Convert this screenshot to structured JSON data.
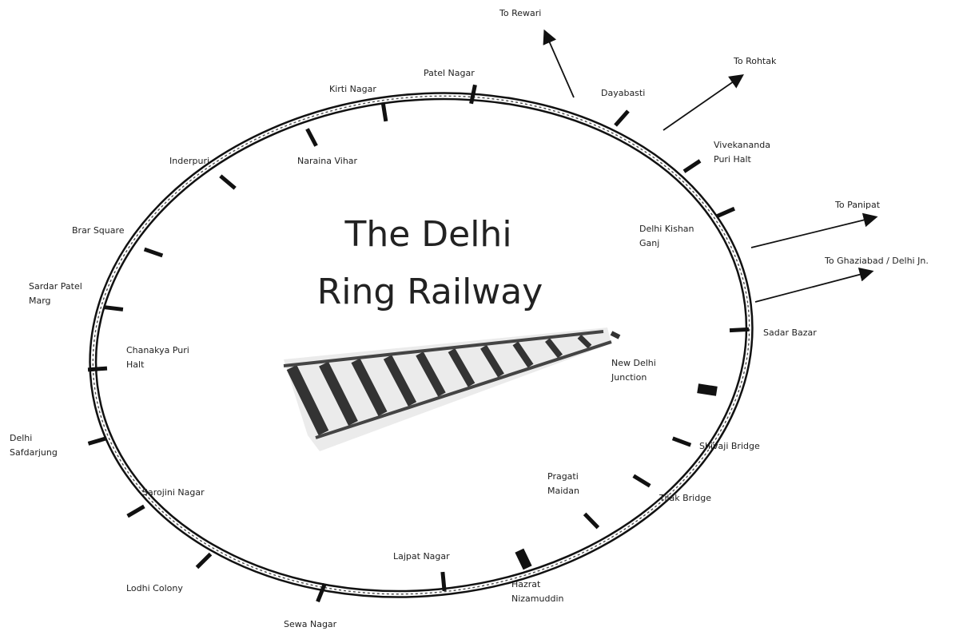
{
  "title": {
    "line1": "The Delhi",
    "line2": "Ring Railway"
  },
  "stations": [
    {
      "name": "Patel Nagar"
    },
    {
      "name": "Kirti Nagar"
    },
    {
      "name": "Naraina Vihar"
    },
    {
      "name": "Inderpuri"
    },
    {
      "name": "Brar Square"
    },
    {
      "name": "Sardar Patel",
      "name2": "Marg"
    },
    {
      "name": "Chanakya Puri",
      "name2": "Halt"
    },
    {
      "name": "Delhi",
      "name2": "Safdarjung"
    },
    {
      "name": "Sarojini Nagar"
    },
    {
      "name": "Lodhi Colony"
    },
    {
      "name": "Sewa Nagar"
    },
    {
      "name": "Lajpat Nagar"
    },
    {
      "name": "Hazrat",
      "name2": "Nizamuddin"
    },
    {
      "name": "Pragati",
      "name2": "Maidan"
    },
    {
      "name": "Tilak Bridge"
    },
    {
      "name": "Shivaji Bridge"
    },
    {
      "name": "New Delhi",
      "name2": "Junction"
    },
    {
      "name": "Sadar Bazar"
    },
    {
      "name": "Delhi Kishan",
      "name2": "Ganj"
    },
    {
      "name": "Vivekananda",
      "name2": "Puri Halt"
    },
    {
      "name": "Dayabasti"
    }
  ],
  "branches": [
    {
      "label": "To Rewari"
    },
    {
      "label": "To Rohtak"
    },
    {
      "label": "To Panipat"
    },
    {
      "label": "To Ghaziabad / Delhi Jn."
    }
  ]
}
